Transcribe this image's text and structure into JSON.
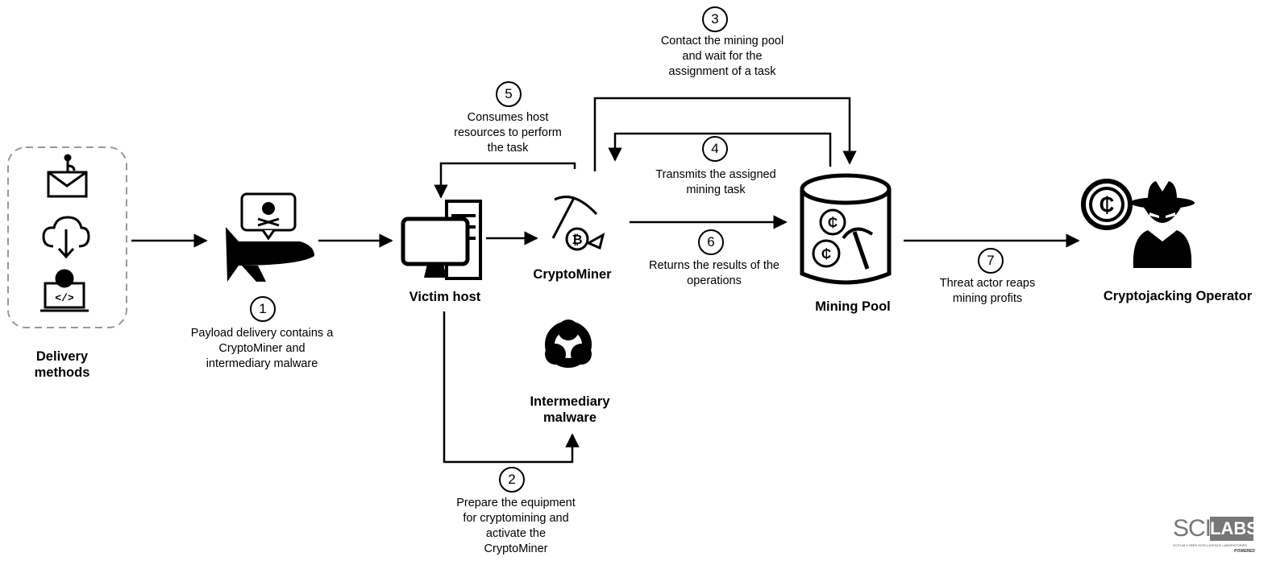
{
  "nodes": {
    "delivery": "Delivery\nmethods",
    "victim_host": "Victim host",
    "cryptominer": "CryptoMiner",
    "intermediary": "Intermediary\nmalware",
    "mining_pool": "Mining Pool",
    "operator": "Cryptojacking Operator"
  },
  "steps": [
    {
      "num": "1",
      "text": "Payload delivery contains a\nCryptoMiner and\nintermediary malware"
    },
    {
      "num": "2",
      "text": "Prepare the equipment\nfor cryptomining and\nactivate the\nCryptoMiner"
    },
    {
      "num": "3",
      "text": "Contact the mining pool\nand wait for the\nassignment of a task"
    },
    {
      "num": "4",
      "text": "Transmits the assigned\nmining task"
    },
    {
      "num": "5",
      "text": "Consumes host\nresources to perform\nthe task"
    },
    {
      "num": "6",
      "text": "Returns the results of the\noperations"
    },
    {
      "num": "7",
      "text": "Threat actor reaps\nmining profits"
    }
  ],
  "logo": {
    "left": "SCI",
    "right": "LABS",
    "tagline": "SCITUM CYBER INTELLIGENCE LABORATORIES",
    "powered": "POWERED"
  },
  "icons": [
    "phishing-email-icon",
    "cloud-download-icon",
    "malicious-laptop-icon",
    "malware-spaceship-icon",
    "desktop-computer-icon",
    "pickaxe-bitcoin-icon",
    "biohazard-icon",
    "mining-pool-cylinder-icon",
    "coin-icon",
    "hacker-icon"
  ]
}
